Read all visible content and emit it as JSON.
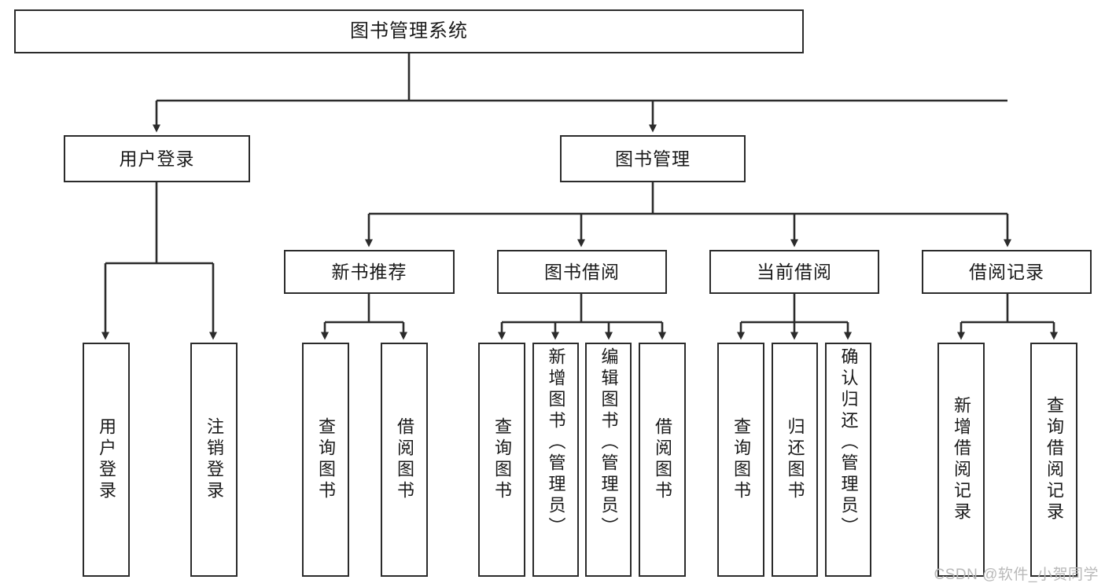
{
  "diagram": {
    "title": "图书管理系统",
    "type": "hierarchy-tree",
    "orientation": "top-down",
    "line_color": "#2b2b2b",
    "box_fill": "#ffffff",
    "text_color": "#1a1a1a"
  },
  "nodes": {
    "root": {
      "label": "图书管理系统"
    },
    "level2": [
      {
        "id": "user-login",
        "label": "用户登录"
      },
      {
        "id": "book-management",
        "label": "图书管理"
      }
    ],
    "level3": [
      {
        "id": "new-book-recommend",
        "label": "新书推荐"
      },
      {
        "id": "book-borrow",
        "label": "图书借阅"
      },
      {
        "id": "current-borrow",
        "label": "当前借阅"
      },
      {
        "id": "borrow-record",
        "label": "借阅记录"
      }
    ],
    "leaves": [
      {
        "id": "leaf-user-login",
        "label": "用户登录",
        "parent": "user-login"
      },
      {
        "id": "leaf-logout",
        "label": "注销登录",
        "parent": "user-login"
      },
      {
        "id": "leaf-query-book-1",
        "label": "查询图书",
        "parent": "new-book-recommend"
      },
      {
        "id": "leaf-borrow-book-1",
        "label": "借阅图书",
        "parent": "new-book-recommend"
      },
      {
        "id": "leaf-query-book-2",
        "label": "查询图书",
        "parent": "book-borrow"
      },
      {
        "id": "leaf-add-book",
        "label": "新增图书（管理员）",
        "parent": "book-borrow"
      },
      {
        "id": "leaf-edit-book",
        "label": "编辑图书（管理员）",
        "parent": "book-borrow"
      },
      {
        "id": "leaf-borrow-book-2",
        "label": "借阅图书",
        "parent": "book-borrow"
      },
      {
        "id": "leaf-query-book-3",
        "label": "查询图书",
        "parent": "current-borrow"
      },
      {
        "id": "leaf-return-book",
        "label": "归还图书",
        "parent": "current-borrow"
      },
      {
        "id": "leaf-confirm-return",
        "label": "确认归还（管理员）",
        "parent": "current-borrow"
      },
      {
        "id": "leaf-add-record",
        "label": "新增借阅记录",
        "parent": "borrow-record"
      },
      {
        "id": "leaf-query-record",
        "label": "查询借阅记录",
        "parent": "borrow-record"
      }
    ]
  },
  "watermark": {
    "text": "CSDN @软件_小贺同学"
  }
}
